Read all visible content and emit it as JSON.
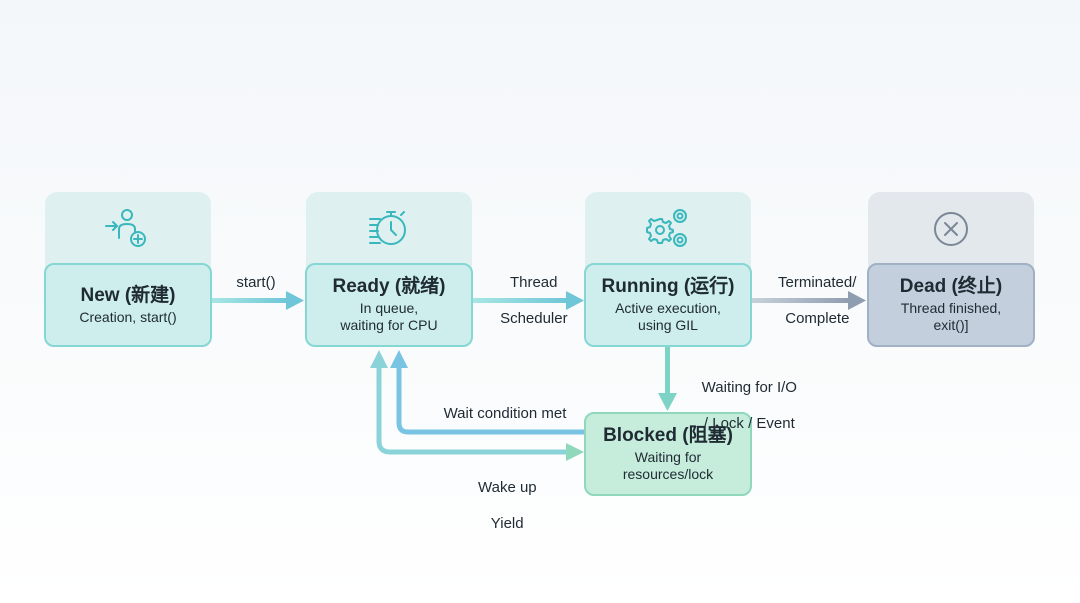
{
  "states": {
    "new": {
      "title": "New (新建)",
      "desc": "Creation, start()"
    },
    "ready": {
      "title": "Ready (就绪)",
      "desc_line1": "In queue,",
      "desc_line2": "waiting for CPU"
    },
    "running": {
      "title": "Running (运行)",
      "desc_line1": "Active execution,",
      "desc_line2": "using GIL"
    },
    "dead": {
      "title": "Dead (终止)",
      "desc_line1": "Thread finished,",
      "desc_line2": "exit()]"
    },
    "blocked": {
      "title": "Blocked (阻塞)",
      "desc_line1": "Waiting for",
      "desc_line2": "resources/lock"
    }
  },
  "transitions": {
    "start": "start()",
    "scheduler_line1": "Thread",
    "scheduler_line2": "Scheduler",
    "terminated_line1": "Terminated/",
    "terminated_line2": "Complete",
    "waiting_line1": "Waiting for I/O",
    "waiting_line2": "/ Lock / Event",
    "wait_met": "Wait condition met",
    "wake_line1": "Wake up",
    "wake_line2": "Yield"
  },
  "icons": {
    "new": "user-add-icon",
    "ready": "timer-queue-icon",
    "running": "gears-icon",
    "dead": "close-circle-icon"
  },
  "colors": {
    "teal_arrow": "#7fd3d6",
    "blue_arrow": "#79c4e3",
    "gray_arrow": "#9aa8b8",
    "icon_teal": "#3ab7bd",
    "icon_gray": "#7a8796"
  }
}
